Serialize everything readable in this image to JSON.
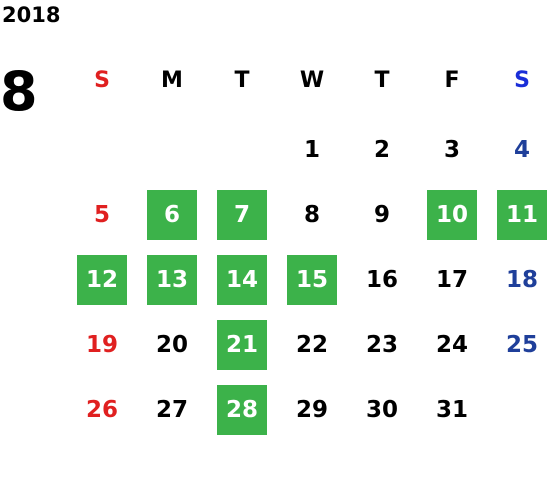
{
  "calendar": {
    "year": "2018",
    "month": "8",
    "weekdays": [
      "S",
      "M",
      "T",
      "W",
      "T",
      "F",
      "S"
    ],
    "start_weekday_index": 3,
    "days_in_month": 31,
    "highlighted_days": [
      6,
      7,
      10,
      11,
      12,
      13,
      14,
      15,
      21,
      28
    ],
    "colors": {
      "sunday": "#e02020",
      "saturday": "#1f3f9a",
      "weekday": "#000000",
      "highlight_bg": "#3cb24a",
      "highlight_text": "#ffffff"
    }
  }
}
